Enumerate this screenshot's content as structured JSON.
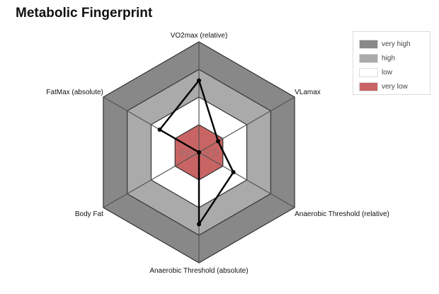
{
  "chart_data": {
    "type": "radar",
    "title": "Metabolic Fingerprint",
    "axes": [
      "VO2max (relative)",
      "VLamax",
      "Anaerobic Threshold (relative)",
      "Anaerobic Threshold (absolute)",
      "Body Fat",
      "FatMax (absolute)"
    ],
    "values": [
      0.65,
      0.2,
      0.36,
      0.65,
      0.0,
      0.41
    ],
    "range": [
      0,
      1
    ],
    "bands": [
      {
        "label": "very high",
        "from": 0.75,
        "to": 1.0,
        "color": "#888888"
      },
      {
        "label": "high",
        "from": 0.5,
        "to": 0.75,
        "color": "#aaaaaa"
      },
      {
        "label": "low",
        "from": 0.25,
        "to": 0.5,
        "color": "#ffffff"
      },
      {
        "label": "very low",
        "from": 0,
        "to": 0.25,
        "color": "#c96464"
      }
    ],
    "legend_position": "top-right",
    "watermark": "INSCYD"
  }
}
